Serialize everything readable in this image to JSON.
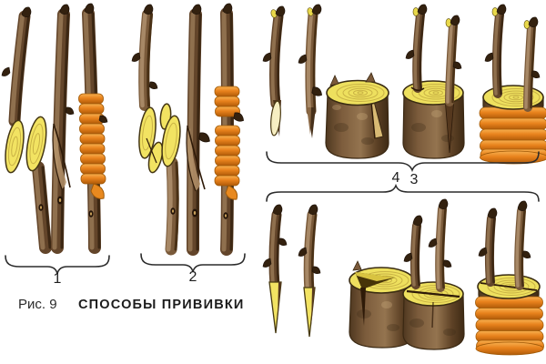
{
  "caption": {
    "figure_number": "Рис. 9",
    "title": "СПОСОБЫ ПРИВИВКИ"
  },
  "labels": {
    "group1": "1",
    "group2": "2",
    "group3": "3",
    "group4": "4"
  },
  "colors": {
    "background": "#ffffff",
    "twig_bark": "#63452a",
    "cut_wood_yellow": "#f2e362",
    "binding_tape_orange": "#e8821c",
    "stump_wood": "#7c5c3c",
    "annotation_line": "#2b2b2b"
  },
  "illustration": {
    "group1_items": [
      "scion-oblique-cut",
      "rootstock-oblique-cut",
      "graft-joined",
      "graft-bound-with-tape"
    ],
    "group2_items": [
      "scion-tongue-cut",
      "rootstock-tongue-cut",
      "graft-joined",
      "graft-bound-with-tape"
    ],
    "group3_items": [
      "scion-cut",
      "scion-pointed",
      "stump-bark-incision",
      "stump-with-scions-inserted",
      "stump-bound-with-tape"
    ],
    "group4_items": [
      "scion-wedge-cut",
      "scion-wedge-cut",
      "stump-with-cleft",
      "stump-with-scions-in-cleft",
      "stump-bound-with-tape"
    ]
  }
}
